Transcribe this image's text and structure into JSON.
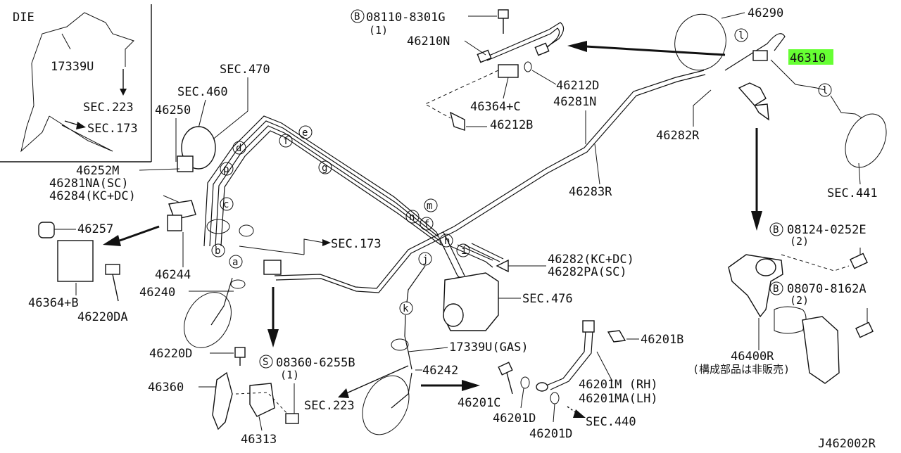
{
  "inset": {
    "header": "DIE",
    "part": "17339U",
    "sec1": "SEC.223",
    "sec2": "SEC.173"
  },
  "bolts": {
    "b1": {
      "code": "08110-8301G",
      "qty": "(1)",
      "prefix": "B"
    },
    "b2": {
      "code": "08124-0252E",
      "qty": "(2)",
      "prefix": "B"
    },
    "b3": {
      "code": "08070-8162A",
      "qty": "(2)",
      "prefix": "B"
    },
    "s1": {
      "code": "08360-6255B",
      "qty": "(1)",
      "prefix": "S"
    }
  },
  "parts": {
    "p46290": "46290",
    "p46310": "46310",
    "p46210N": "46210N",
    "p46212D": "46212D",
    "p46364C": "46364+C",
    "p46281N": "46281N",
    "p46212B": "46212B",
    "p46282R": "46282R",
    "p46283R": "46283R",
    "sec441": "SEC.441",
    "sec470": "SEC.470",
    "sec460": "SEC.460",
    "p46250": "46250",
    "p46252M": "46252M",
    "p46281NA": "46281NA(SC)",
    "p46284": "46284(KC+DC)",
    "p46257": "46257",
    "p46244": "46244",
    "p46364B": "46364+B",
    "p46220DA": "46220DA",
    "p46240": "46240",
    "sec173": "SEC.173",
    "p46282KC": "46282(KC+DC)",
    "p46282PA": "46282PA(SC)",
    "sec476": "SEC.476",
    "p46400R": "46400R",
    "note46400R": "(構成部品は非販売)",
    "p46201B": "46201B",
    "p17339U": "17339U(GAS)",
    "p46242": "46242",
    "p46220D": "46220D",
    "p46360": "46360",
    "sec223": "SEC.223",
    "p46313": "46313",
    "p46201C": "46201C",
    "p46201D1": "46201D",
    "p46201D2": "46201D",
    "p46201M": "46201M (RH)",
    "p46201MA": "46201MA(LH)",
    "sec440": "SEC.440",
    "diagram_id": "J462002R"
  },
  "circle_letters": {
    "l1": "l",
    "l2": "l",
    "e": "e",
    "f1": "f",
    "d": "d",
    "g": "g",
    "p": "p",
    "c": "c",
    "b": "b",
    "a": "a",
    "n": "n",
    "m": "m",
    "f2": "f",
    "h": "h",
    "i": "i",
    "j": "j",
    "k": "k"
  },
  "colors": {
    "highlight": "#66ff33",
    "ink": "#111111",
    "background": "#ffffff"
  }
}
